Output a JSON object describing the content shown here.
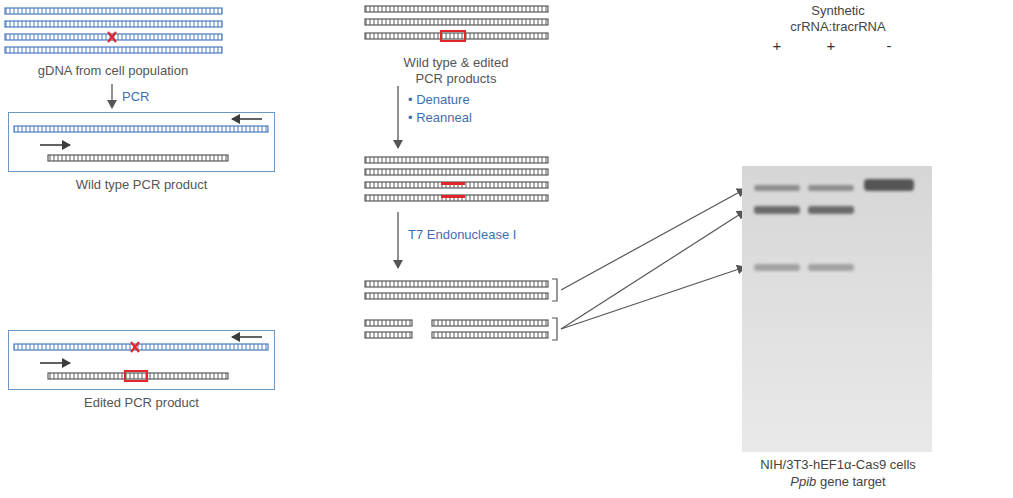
{
  "diagram": {
    "nodes": [
      {
        "text": [
          "Wild type PCR product"
        ]
      },
      {
        "text": [
          "Edited PCR product"
        ]
      }
    ],
    "labels": [
      "gDNA from cell population",
      "PCR",
      "Wild type & edited PCR products",
      "• Denature",
      "• Reanneal",
      "T7 Endonuclease I",
      "Synthetic crRNA:tracrRNA",
      "+",
      "+",
      "-",
      "NIH/3T3-hEF1α-Cas9 cells",
      "Ppib",
      "gene target"
    ]
  }
}
